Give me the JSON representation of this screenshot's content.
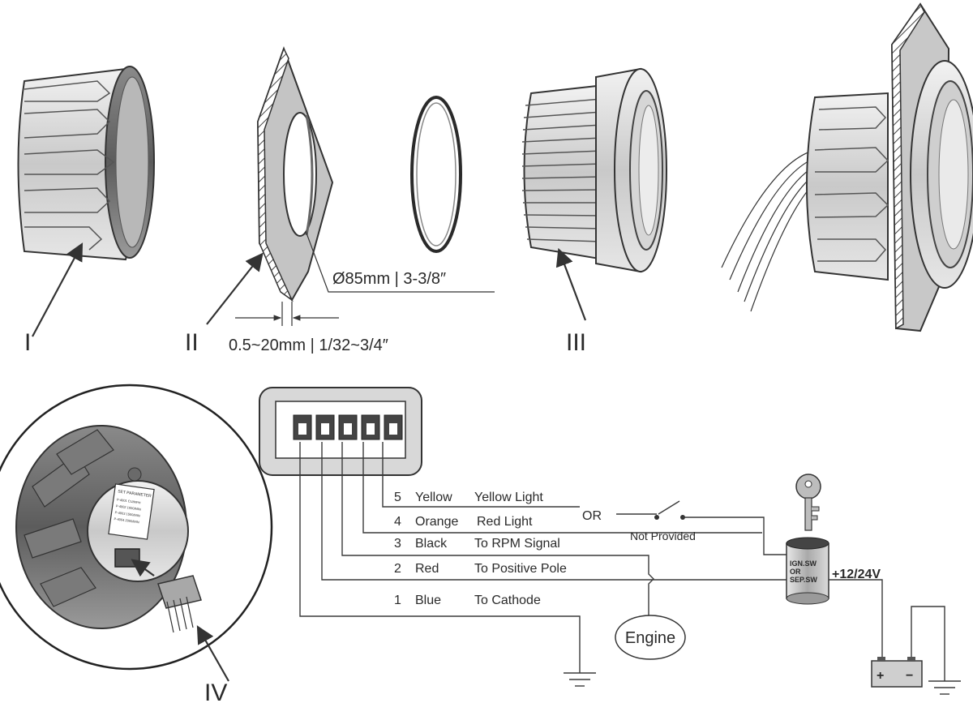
{
  "labels": {
    "part_1": "I",
    "part_2": "II",
    "part_3": "III",
    "part_4": "IV",
    "diameter": "Ø85mm | 3-3/8″",
    "thickness": "0.5~20mm | 1/32~3/4″"
  },
  "wiring": {
    "pins": [
      {
        "num": "5",
        "color": "Yellow",
        "function": "Yellow Light"
      },
      {
        "num": "4",
        "color": "Orange",
        "function": "Red Light"
      },
      {
        "num": "3",
        "color": "Black",
        "function": "To RPM Signal"
      },
      {
        "num": "2",
        "color": "Red",
        "function": "To Positive Pole"
      },
      {
        "num": "1",
        "color": "Blue",
        "function": "To Cathode"
      }
    ],
    "or_label": "OR",
    "not_provided": "Not Provided",
    "engine": "Engine",
    "switch_line1": "IGN.SW",
    "switch_line2": "OR",
    "switch_line3": "SEP.SW",
    "voltage": "+12/24V",
    "battery_plus": "+",
    "battery_minus": "−"
  },
  "gauge_card": {
    "line1": "SET PARAMETER",
    "line2": "P-4001 CU/MPH",
    "line3": "P-4002 1000/MIN",
    "line4": "P-4003 1500/MIN",
    "line5": "P-4004 2000/MIN"
  }
}
